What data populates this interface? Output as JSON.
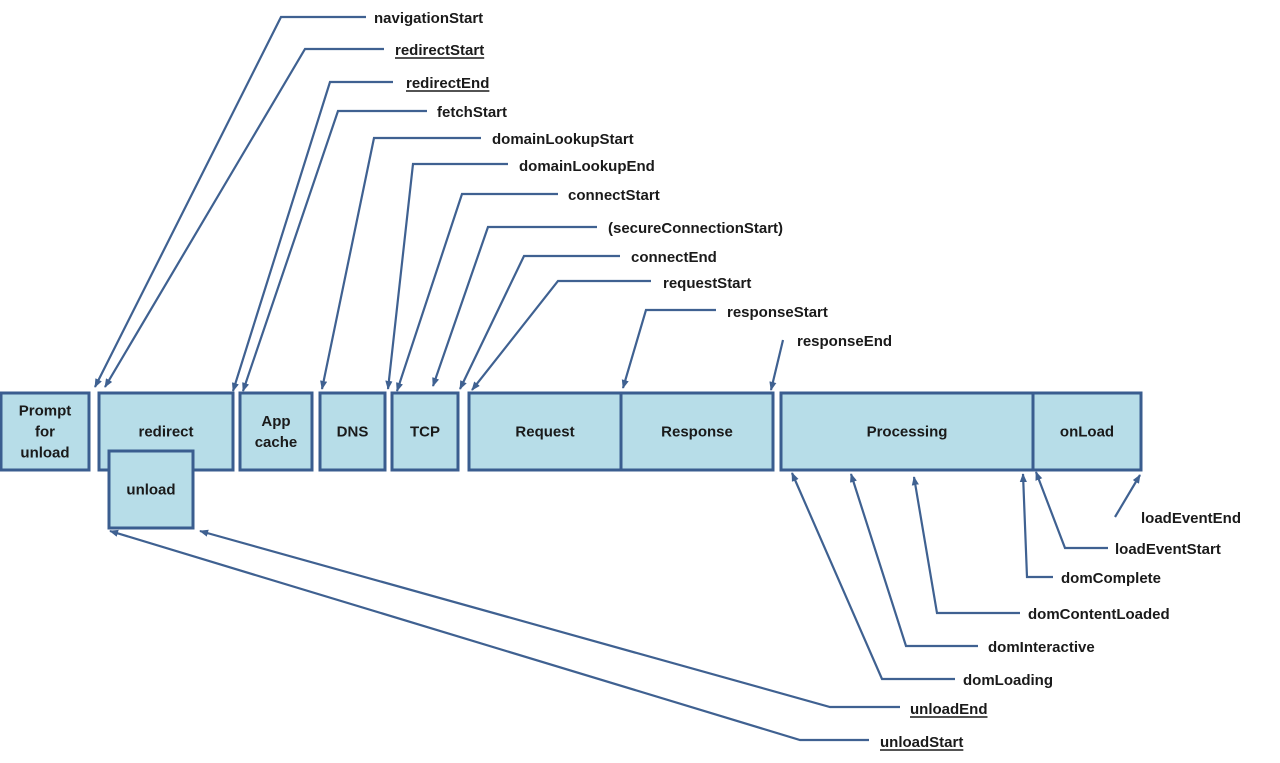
{
  "phases": {
    "prompt_for_unload": [
      "Prompt",
      "for",
      "unload"
    ],
    "redirect": [
      "redirect"
    ],
    "unload": [
      "unload"
    ],
    "app_cache": [
      "App",
      "cache"
    ],
    "dns": [
      "DNS"
    ],
    "tcp": [
      "TCP"
    ],
    "request": [
      "Request"
    ],
    "response": [
      "Response"
    ],
    "processing": [
      "Processing"
    ],
    "onload": [
      "onLoad"
    ]
  },
  "events": {
    "navigationStart": {
      "text": "navigationStart",
      "underlined": false
    },
    "redirectStart": {
      "text": "redirectStart",
      "underlined": true
    },
    "redirectEnd": {
      "text": "redirectEnd",
      "underlined": true
    },
    "fetchStart": {
      "text": "fetchStart",
      "underlined": false
    },
    "domainLookupStart": {
      "text": "domainLookupStart",
      "underlined": false
    },
    "domainLookupEnd": {
      "text": "domainLookupEnd",
      "underlined": false
    },
    "connectStart": {
      "text": "connectStart",
      "underlined": false
    },
    "secureConnectionStart": {
      "text": "(secureConnectionStart)",
      "underlined": false
    },
    "connectEnd": {
      "text": "connectEnd",
      "underlined": false
    },
    "requestStart": {
      "text": "requestStart",
      "underlined": false
    },
    "responseStart": {
      "text": "responseStart",
      "underlined": false
    },
    "responseEnd": {
      "text": "responseEnd",
      "underlined": false
    },
    "loadEventEnd": {
      "text": "loadEventEnd",
      "underlined": false
    },
    "loadEventStart": {
      "text": "loadEventStart",
      "underlined": false
    },
    "domComplete": {
      "text": "domComplete",
      "underlined": false
    },
    "domContentLoaded": {
      "text": "domContentLoaded",
      "underlined": false
    },
    "domInteractive": {
      "text": "domInteractive",
      "underlined": false
    },
    "domLoading": {
      "text": "domLoading",
      "underlined": false
    },
    "unloadEnd": {
      "text": "unloadEnd",
      "underlined": true
    },
    "unloadStart": {
      "text": "unloadStart",
      "underlined": true
    }
  },
  "colors": {
    "box_fill": "#b7dde8",
    "box_stroke": "#3a5d8f",
    "connector": "#3f6191",
    "text": "#1a1a1a"
  }
}
